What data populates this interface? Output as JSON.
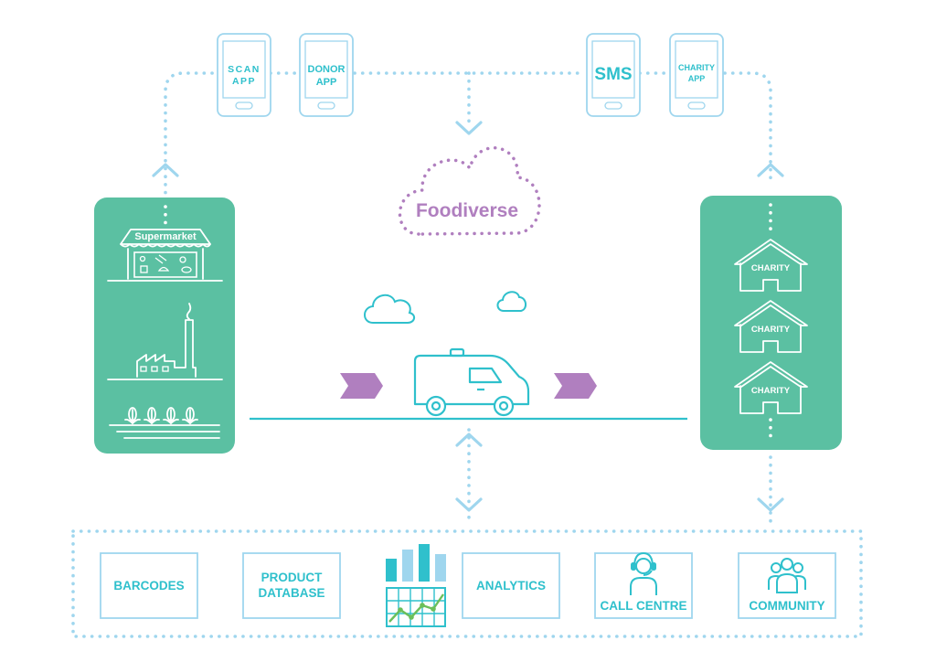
{
  "phones": {
    "scan": [
      "SCAN",
      "APP"
    ],
    "donor": [
      "DONOR",
      "APP"
    ],
    "sms": "SMS",
    "charity": [
      "CHARITY",
      "APP"
    ]
  },
  "cloud_label": "Foodiverse",
  "supermarket_label": "Supermarket",
  "charity_label": "CHARITY",
  "services": {
    "barcodes": "BARCODES",
    "product_database": [
      "PRODUCT",
      "DATABASE"
    ],
    "analytics": "ANALYTICS",
    "call_centre": "CALL CENTRE",
    "community": "COMMUNITY"
  },
  "colors": {
    "teal": "#5bc0a2",
    "cyan": "#2fc0cc",
    "light_blue": "#9fd6ee",
    "purple": "#b07fbf",
    "green": "#6cbf5a"
  }
}
